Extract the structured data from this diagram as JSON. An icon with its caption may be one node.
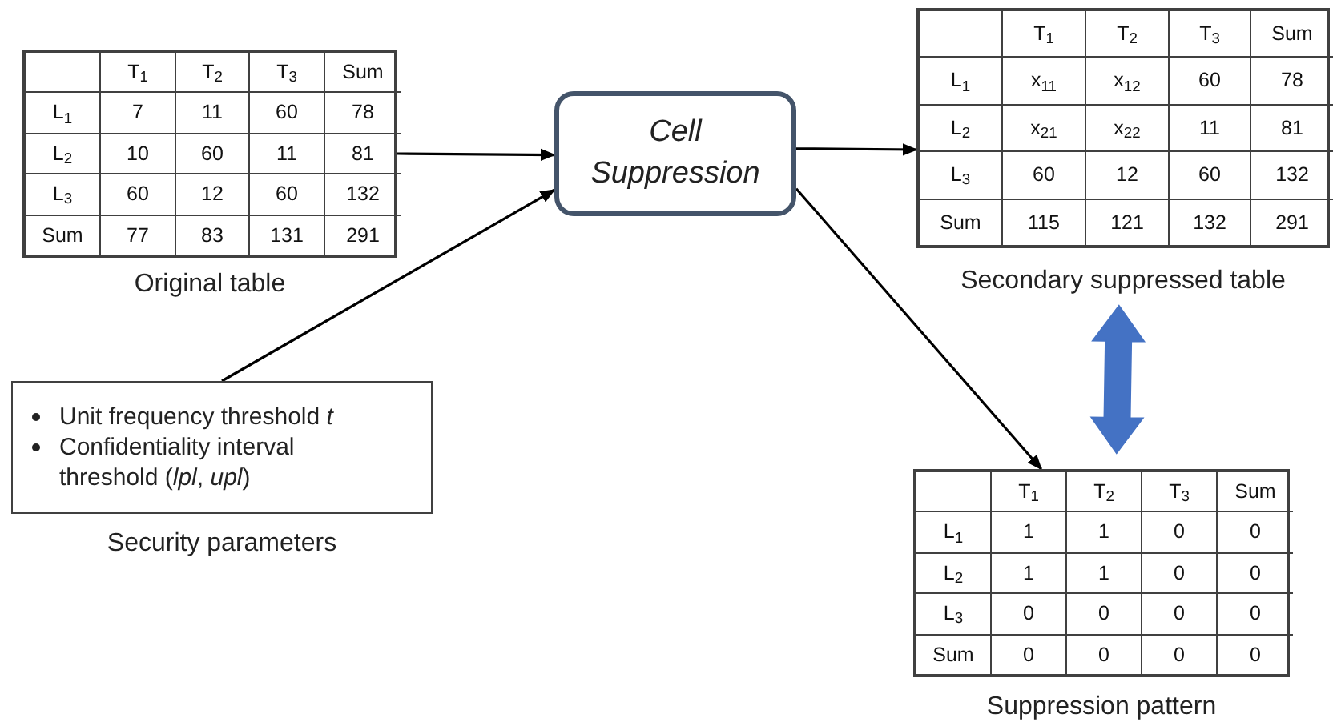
{
  "diagram": {
    "nodes": [
      {
        "text": [
          "T$_{1}$",
          "T$_{2}$",
          "T$_{3}$",
          "Sum",
          "L$_{1}$",
          "7",
          "11",
          "60",
          "78",
          "L$_{2}$",
          "10",
          "60",
          "11",
          "81",
          "L$_{3}$",
          "60",
          "12",
          "60",
          "132",
          "Sum",
          "77",
          "83",
          "131",
          "291"
        ],
        "beside": [
          "Original table"
        ]
      },
      {
        "text": [
          "Cell Suppression"
        ]
      },
      {
        "text": [
          "Unit frequency threshold *t*",
          "Confidentiality interval threshold (*lpl*, *upl*)"
        ],
        "beside": [
          "Security parameters"
        ]
      },
      {
        "text": [
          "T$_{1}$",
          "T$_{2}$",
          "T$_{3}$",
          "Sum",
          "L$_{1}$",
          "x$_{11}$",
          "x$_{12}$",
          "60",
          "78",
          "L$_{2}$",
          "x$_{21}$",
          "x$_{22}$",
          "11",
          "81",
          "L$_{3}$",
          "60",
          "12",
          "60",
          "132",
          "Sum",
          "115",
          "121",
          "132",
          "291"
        ],
        "beside": [
          "Secondary suppressed table"
        ]
      },
      {
        "text": [
          "T$_{1}$",
          "T$_{2}$",
          "T$_{3}$",
          "Sum",
          "L$_{1}$",
          "1",
          "1",
          "0",
          "0",
          "L$_{2}$",
          "1",
          "1",
          "0",
          "0",
          "L$_{3}$",
          "0",
          "0",
          "0",
          "0",
          "Sum",
          "0",
          "0",
          "0",
          "0"
        ],
        "beside": [
          "Suppression pattern"
        ]
      }
    ],
    "edges": [
      {
        "from": 0,
        "to": 1,
        "arrow": "to"
      },
      {
        "from": 2,
        "to": 1,
        "arrow": "to"
      },
      {
        "from": 1,
        "to": 3,
        "arrow": "to"
      },
      {
        "from": 1,
        "to": 4,
        "arrow": "to"
      },
      {
        "from": 3,
        "to": 4,
        "arrow": "both",
        "style": "thick",
        "color": "#4472c4"
      }
    ]
  }
}
